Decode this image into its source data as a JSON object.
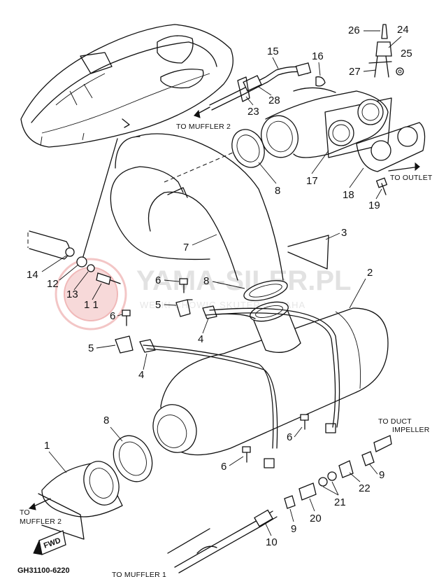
{
  "watermark": {
    "main": "YAMA-SILER.PL",
    "sub": "WEJKI CHOWIC SKUTER YAMAHA"
  },
  "diagram_code": "GH31100-6220",
  "notes": {
    "to_muffler_2_top": "TO MUFFLER 2",
    "to_outlet": "TO OUTLET",
    "to_duct_line1": "TO DUCT",
    "to_duct_line2": "IMPELLER",
    "to_muffler_2_left_line1": "TO",
    "to_muffler_2_left_line2": "MUFFLER 2",
    "fwd": "FWD",
    "to_muffler_1": "TO MUFFLER 1"
  },
  "part_numbers": {
    "p1": "1",
    "p2": "2",
    "p3": "3",
    "p4a": "4",
    "p4b": "4",
    "p5a": "5",
    "p5b": "5",
    "p6a": "6",
    "p6b": "6",
    "p6c": "6",
    "p6d": "6",
    "p7": "7",
    "p8a": "8",
    "p8b": "8",
    "p8c": "8",
    "p9a": "9",
    "p9b": "9",
    "p10": "10",
    "p11": "1 1",
    "p12": "12",
    "p13": "13",
    "p14": "14",
    "p15": "15",
    "p16": "16",
    "p17": "17",
    "p18": "18",
    "p19": "19",
    "p20": "20",
    "p21": "21",
    "p22": "22",
    "p23": "23",
    "p24": "24",
    "p25": "25",
    "p26": "26",
    "p27": "27",
    "p28": "28"
  }
}
